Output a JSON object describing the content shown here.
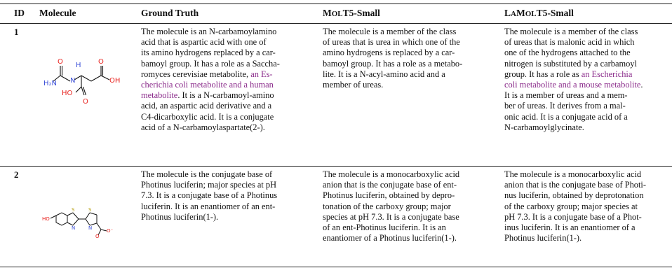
{
  "headers": {
    "id": "ID",
    "molecule": "Molecule",
    "ground_truth": "Ground Truth",
    "molt5_prefix": "M",
    "molt5_rest": "OL",
    "molt5_t": "T5-Small",
    "lamolt5_l": "L",
    "lamolt5_a": "A",
    "lamolt5_m": "M",
    "lamolt5_ol": "OL",
    "lamolt5_t": "T5-Small"
  },
  "rows": [
    {
      "id": "1",
      "molecule_labels": [
        "O",
        "H",
        "N",
        "OH",
        "H₂N",
        "O",
        "HO",
        "O"
      ],
      "ground_truth": [
        "The molecule is an N-carbamoylamino",
        "acid that is aspartic acid with one of",
        "its amino hydrogens replaced by a car-",
        "bamoyl group. It has a role as a Saccha-",
        "romyces cerevisiae metabolite, ",
        "an Es-",
        "cherichia coli metabolite and a human",
        "metabolite",
        ". It is a N-carbamoyl-amino",
        "acid, an aspartic acid derivative and a",
        "C4-dicarboxylic acid. It is a conjugate",
        "acid of a N-carbamoylaspartate(2-)."
      ],
      "molt5": [
        "The molecule is a member of the class",
        "of ureas that is urea in which one of the",
        "amino hydrogens is replaced by a car-",
        "bamoyl group. It has a role as a metabo-",
        "lite.  It is a N-acyl-amino acid and a",
        "member of ureas."
      ],
      "lamolt5": [
        "The molecule is a member of the class",
        "of ureas that is malonic acid in which",
        "one of the hydrogens attached to the",
        "nitrogen is substituted by a carbamoyl",
        "group. It has a role as ",
        "an Escherichia",
        "coli metabolite and a mouse metabolite",
        ".",
        "It is a member of ureas and a mem-",
        "ber of ureas.   It derives from a mal-",
        "onic acid.  It is a conjugate acid of a",
        "N-carbamoylglycinate."
      ]
    },
    {
      "id": "2",
      "molecule_labels": [
        "HO",
        "S",
        "N",
        "S",
        "N",
        "O",
        "O⁻"
      ],
      "ground_truth": [
        "The molecule is the conjugate base of",
        "Photinus luciferin; major species at pH",
        "7.3. It is a conjugate base of a Photinus",
        "luciferin. It is an enantiomer of an ent-",
        "Photinus luciferin(1-)."
      ],
      "molt5": [
        "The molecule is a monocarboxylic acid",
        "anion that is the conjugate base of ent-",
        "Photinus luciferin, obtained by depro-",
        "tonation of the carboxy group; major",
        "species at pH 7.3. It is a conjugate base",
        "of an ent-Photinus luciferin.  It is an",
        "enantiomer of a Photinus luciferin(1-)."
      ],
      "lamolt5": [
        "The molecule is a monocarboxylic acid",
        "anion that is the conjugate base of Photi-",
        "nus luciferin, obtained by deprotonation",
        "of the carboxy group; major species at",
        "pH 7.3. It is a conjugate base of a Phot-",
        "inus luciferin. It is an enantiomer of a",
        "Photinus luciferin(1-)."
      ]
    }
  ],
  "colors": {
    "highlight": "#8a2a8a",
    "oxygen": "#e8231f",
    "nitrogen": "#3b4fd8",
    "sulfur": "#b8a014"
  }
}
